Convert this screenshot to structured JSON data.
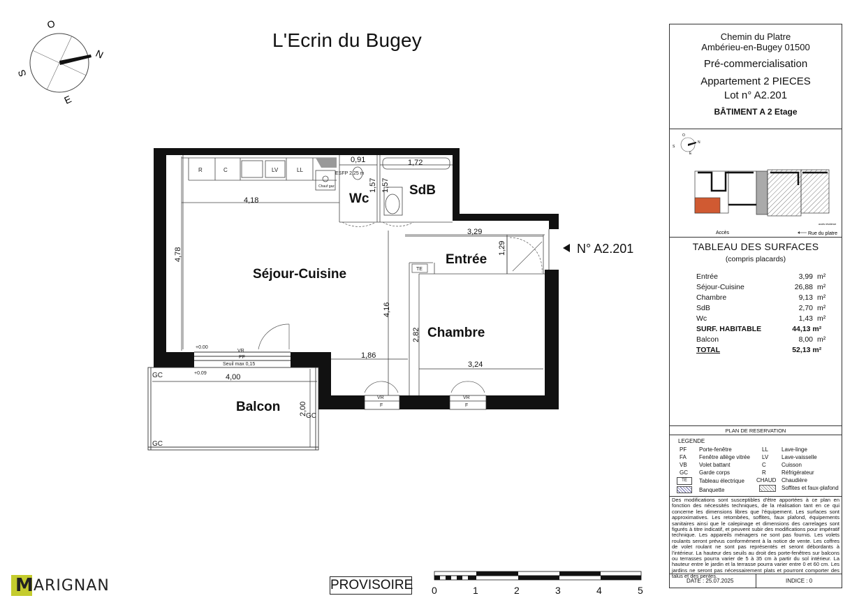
{
  "title": "L'Ecrin du Bugey",
  "compass": {
    "n": "N",
    "s": "S",
    "e": "E",
    "o": "O"
  },
  "plan": {
    "rooms": {
      "sejour": "Séjour-Cuisine",
      "chambre": "Chambre",
      "entree": "Entrée",
      "wc": "Wc",
      "sdb": "SdB",
      "balcon": "Balcon"
    },
    "dimensions": {
      "d0_91": "0,91",
      "d1_72": "1,72",
      "d1_57a": "1,57",
      "d1_57b": "1,57",
      "d4_18": "4,18",
      "d4_78": "4,78",
      "d3_29": "3,29",
      "d1_29": "1,29",
      "d4_16": "4,16",
      "d2_82": "2,82",
      "d1_86": "1,86",
      "d3_24": "3,24",
      "d4_00": "4,00",
      "d2_00": "2,00"
    },
    "kitchen": {
      "r": "R",
      "c": "C",
      "lv": "LV",
      "ll": "LL"
    },
    "esfp": "ESFP 2,25 m",
    "chaud": "Chauf gaz",
    "te": "TE",
    "gc": "GC",
    "vr": "VR",
    "pf": "PF",
    "f": "F",
    "level_0": "+0.00",
    "level_1": "+0.09",
    "seuil": "Seuil max 0,15",
    "lot_marker": "N° A2.201"
  },
  "provisoire": "PROVISOIRE",
  "scale": {
    "labels": [
      "0",
      "1",
      "2",
      "3",
      "4",
      "5"
    ]
  },
  "logo": {
    "mark": "M",
    "text": "ARIGNAN"
  },
  "panel": {
    "address_1": "Chemin du Platre",
    "address_2": "Ambérieu-en-Bugey 01500",
    "status": "Pré-commercialisation",
    "type": "Appartement 2 PIECES",
    "lot": "Lot n° A2.201",
    "building": "BÂTIMENT A 2 Etage",
    "mini_plan": {
      "acces": "Accès",
      "rue": "Rue du platre",
      "note": "accès résidence"
    },
    "surfaces_title": "TABLEAU DES SURFACES",
    "surfaces_subtitle": "(compris placards)",
    "surfaces": [
      {
        "name": "Entrée",
        "value": "3,99",
        "unit": "m²",
        "bold": false
      },
      {
        "name": "Séjour-Cuisine",
        "value": "26,88",
        "unit": "m²",
        "bold": false
      },
      {
        "name": "Chambre",
        "value": "9,13",
        "unit": "m²",
        "bold": false
      },
      {
        "name": "SdB",
        "value": "2,70",
        "unit": "m²",
        "bold": false
      },
      {
        "name": "Wc",
        "value": "1,43",
        "unit": "m²",
        "bold": false
      },
      {
        "name": "SURF. HABITABLE",
        "value": "44,13 m²",
        "unit": "",
        "bold": true
      },
      {
        "name": "Balcon",
        "value": "8,00",
        "unit": "m²",
        "bold": false
      },
      {
        "name": "TOTAL",
        "value": "52,13 m²",
        "unit": "",
        "bold": true
      }
    ],
    "reservation": "PLAN DE RESERVATION",
    "legend_title": "LEGENDE",
    "legend_left": [
      {
        "code": "PF",
        "label": "Porte-fenêtre"
      },
      {
        "code": "FA",
        "label": "Fenêtre allège vitrée"
      },
      {
        "code": "VB",
        "label": "Volet battant"
      },
      {
        "code": "GC",
        "label": "Garde corps"
      },
      {
        "code": "TE",
        "label": "Tableau électrique"
      },
      {
        "code": "",
        "label": "Banquette"
      }
    ],
    "legend_right": [
      {
        "code": "LL",
        "label": "Lave-linge"
      },
      {
        "code": "LV",
        "label": "Lave-vaisselle"
      },
      {
        "code": "C",
        "label": "Cuisson"
      },
      {
        "code": "R",
        "label": "Réfrigérateur"
      },
      {
        "code": "CHAUD",
        "label": "Chaudière"
      },
      {
        "code": "",
        "label": "Soffites et faux-plafond"
      }
    ],
    "disclaimer": "Des modifications sont susceptibles d'être apportées à ce plan en fonction des nécessités techniques, de la réalisation tant en ce qui concerne les dimensions libres que l'équipement. Les surfaces sont approximatives. Les retombées, soffites, faux plafond, équipements sanitaires ainsi que le calepinage et dimensions des carrelages sont figurés à titre indicatif, et peuvent subir des modifications pour impératif technique. Les appareils ménagers ne sont pas fournis. Les volets roulants seront prévus conformément à la notice de vente. Les coffres de volet roulant ne sont pas représentés et seront débordants à l'intérieur. La hauteur des seuils au droit des porte-fenêtres sur balcons ou terrasses pourra varier de 5 à 35 cm à partir du sol intérieur. La hauteur entre le jardin et la terrasse pourra varier entre 0 et 60 cm. Les jardins ne seront pas nécessairement plats et pourront comporter des talus et des pentes.",
    "date": "DATE : 25.07.2025",
    "index": "INDICE : 0"
  }
}
